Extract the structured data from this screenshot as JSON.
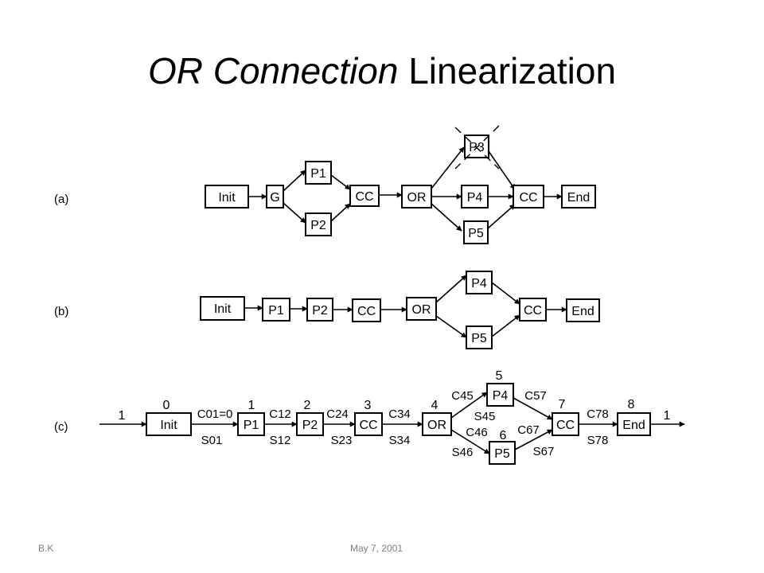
{
  "title": {
    "italic": "OR Connection",
    "plain": "Linearization"
  },
  "footer": {
    "author": "B.K",
    "date": "May 7, 2001"
  },
  "diagram_a": {
    "label": "(a)",
    "nodes": {
      "init": "Init",
      "g": "G",
      "p1": "P1",
      "p2": "P2",
      "cc1": "CC",
      "or": "OR",
      "p3": "P3",
      "p4": "P4",
      "p5": "P5",
      "cc2": "CC",
      "end": "End"
    }
  },
  "diagram_b": {
    "label": "(b)",
    "nodes": {
      "init": "Init",
      "p1": "P1",
      "p2": "P2",
      "cc1": "CC",
      "or": "OR",
      "p4": "P4",
      "p5": "P5",
      "cc2": "CC",
      "end": "End"
    }
  },
  "diagram_c": {
    "label": "(c)",
    "nodes": {
      "init": "Init",
      "p1": "P1",
      "p2": "P2",
      "cc1": "CC",
      "or": "OR",
      "p4": "P4",
      "p5": "P5",
      "cc2": "CC",
      "end": "End"
    },
    "indices": {
      "in": "1",
      "init": "0",
      "p1": "1",
      "p2": "2",
      "cc1": "3",
      "or": "4",
      "p4": "5",
      "p5": "6",
      "cc2": "7",
      "end": "8",
      "out": "1"
    },
    "edge_labels": {
      "c01": "C01=0",
      "s01": "S01",
      "c12": "C12",
      "s12": "S12",
      "c24": "C24",
      "s23": "S23",
      "c34": "C34",
      "s34": "S34",
      "c45": "C45",
      "s45": "S45",
      "c46": "C46",
      "s46": "S46",
      "c57": "C57",
      "c67": "C67",
      "s67": "S67",
      "c78": "C78",
      "s78": "S78"
    }
  }
}
